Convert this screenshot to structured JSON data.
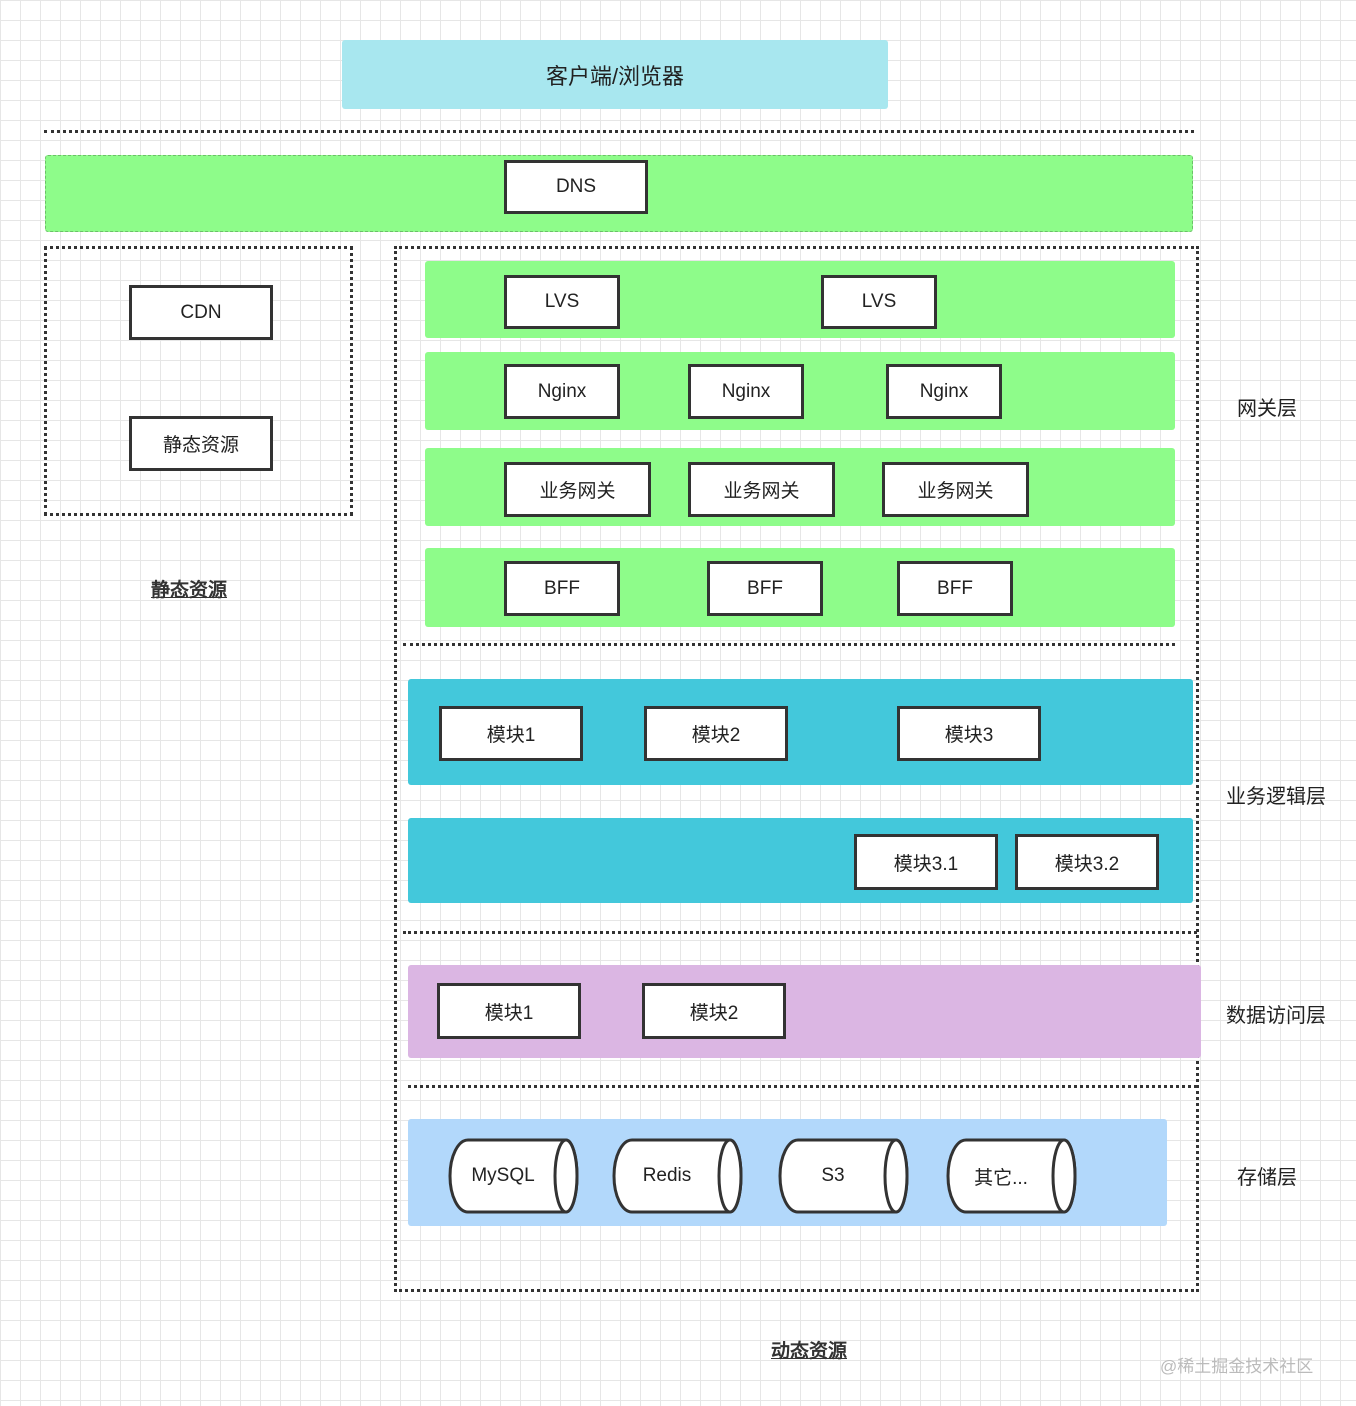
{
  "client": "客户端/浏览器",
  "dns": "DNS",
  "static": {
    "cdn": "CDN",
    "resource": "静态资源",
    "caption": "静态资源"
  },
  "gateway": {
    "lvs": [
      "LVS",
      "LVS"
    ],
    "nginx": [
      "Nginx",
      "Nginx",
      "Nginx"
    ],
    "business_gateway": [
      "业务网关",
      "业务网关",
      "业务网关"
    ],
    "bff": [
      "BFF",
      "BFF",
      "BFF"
    ],
    "label": "网关层"
  },
  "business_logic": {
    "row1": [
      "模块1",
      "模块2",
      "模块3"
    ],
    "row2": [
      "模块3.1",
      "模块3.2"
    ],
    "label": "业务逻辑层"
  },
  "data_access": {
    "modules": [
      "模块1",
      "模块2"
    ],
    "label": "数据访问层"
  },
  "storage": {
    "items": [
      "MySQL",
      "Redis",
      "S3",
      "其它..."
    ],
    "label": "存储层"
  },
  "dynamic_caption": "动态资源",
  "watermark": "@稀土掘金技术社区"
}
